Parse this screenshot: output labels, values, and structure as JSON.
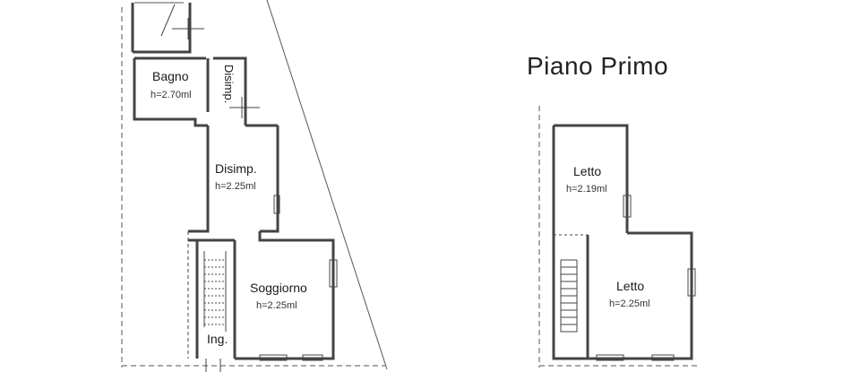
{
  "floor_title": "Piano Primo",
  "ground_floor": {
    "bagno": {
      "name": "Bagno",
      "height": "h=2.70ml"
    },
    "disimp_small": {
      "name": "Disimp."
    },
    "disimp": {
      "name": "Disimp.",
      "height": "h=2.25ml"
    },
    "soggiorno": {
      "name": "Soggiorno",
      "height": "h=2.25ml"
    },
    "ingresso": {
      "name": "Ing."
    }
  },
  "first_floor": {
    "letto_1": {
      "name": "Letto",
      "height": "h=2.19ml"
    },
    "letto_2": {
      "name": "Letto",
      "height": "h=2.25ml"
    }
  },
  "colors": {
    "wall": "#444444",
    "hatch": "#666666",
    "background": "#ffffff"
  }
}
